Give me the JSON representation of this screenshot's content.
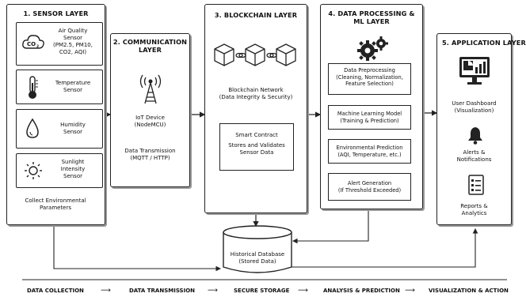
{
  "sensor_layer": {
    "title": "1. SENSOR LAYER",
    "sensors": [
      {
        "icon": "co2-cloud-icon",
        "co2": "CO",
        "co2_sub": "2",
        "l1": "Air Quality",
        "l2": "Sensor",
        "l3": "(PM2.5, PM10,",
        "l4": "CO2, AQI)"
      },
      {
        "icon": "thermometer-icon",
        "l1": "Temperature",
        "l2": "Sensor"
      },
      {
        "icon": "water-drop-icon",
        "l1": "Humidity",
        "l2": "Sensor"
      },
      {
        "icon": "sun-icon",
        "l1": "Sunlight",
        "l2": "Intensity",
        "l3": "Sensor"
      }
    ],
    "caption_l1": "Collect Environmental",
    "caption_l2": "Parameters"
  },
  "communication_layer": {
    "title_l1": "2. COMMUNICATION",
    "title_l2": "LAYER",
    "icon": "antenna-tower-icon",
    "device_l1": "IoT Device",
    "device_l2": "(NodeMCU)",
    "tx_l1": "Data Transmission",
    "tx_l2": "(MQTT / HTTP)"
  },
  "blockchain_layer": {
    "title": "3. BLOCKCHAIN LAYER",
    "icon": "blockchain-cubes-icon",
    "network_l1": "Blockchain Network",
    "network_l2": "(Data Integrity & Security)",
    "contract_l1": "Smart Contract",
    "contract_l2": "Stores and Validates",
    "contract_l3": "Sensor Data"
  },
  "processing_layer": {
    "title_l1": "4. DATA PROCESSING &",
    "title_l2": "ML LAYER",
    "icon": "gears-icon",
    "steps": [
      {
        "l1": "Data Preprocessing",
        "l2": "(Cleaning, Normalization,",
        "l3": "Feature Selection)"
      },
      {
        "l1": "Machine Learning Model",
        "l2": "(Training & Prediction)"
      },
      {
        "l1": "Environmental Prediction",
        "l2": "(AQI, Temperature, etc.)"
      },
      {
        "l1": "Alert Generation",
        "l2": "(If Threshold Exceeded)"
      }
    ]
  },
  "application_layer": {
    "title": "5. APPLICATION LAYER",
    "dashboard_l1": "User Dashboard",
    "dashboard_l2": "(Visualization)",
    "alerts_l1": "Alerts &",
    "alerts_l2": "Notifications",
    "reports_l1": "Reports &",
    "reports_l2": "Analytics"
  },
  "database": {
    "icon": "database-cylinder-icon",
    "l1": "Historical Database",
    "l2": "(Stored Data)"
  },
  "footer": {
    "stages": [
      "DATA COLLECTION",
      "DATA TRANSMISSION",
      "SECURE STORAGE",
      "ANALYSIS & PREDICTION",
      "VISUALIZATION & ACTION"
    ]
  }
}
